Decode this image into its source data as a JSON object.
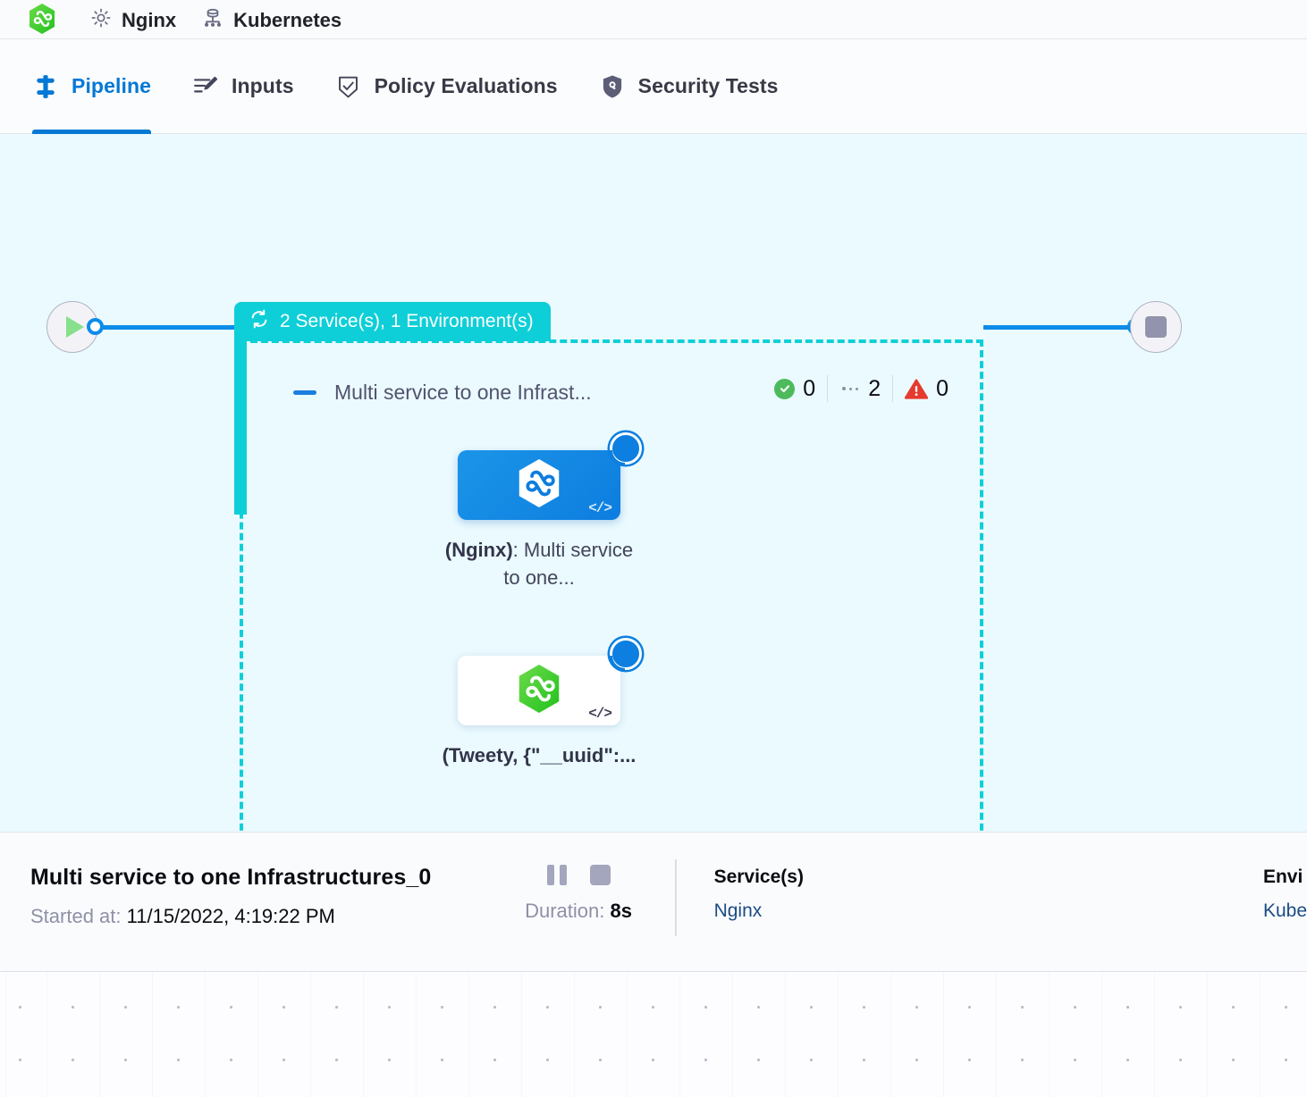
{
  "breadcrumb": {
    "items": [
      {
        "icon": "harness-hexagon-green-icon",
        "label": ""
      },
      {
        "icon": "gear-icon",
        "label": "Nginx"
      },
      {
        "icon": "kubernetes-icon",
        "label": "Kubernetes"
      }
    ]
  },
  "tabs": [
    {
      "id": "pipeline",
      "label": "Pipeline",
      "icon": "pipeline-icon",
      "active": true
    },
    {
      "id": "inputs",
      "label": "Inputs",
      "icon": "inputs-icon",
      "active": false
    },
    {
      "id": "policy-evaluations",
      "label": "Policy Evaluations",
      "icon": "policy-shield-check-icon",
      "active": false
    },
    {
      "id": "security-tests",
      "label": "Security Tests",
      "icon": "security-shield-icon",
      "active": false
    }
  ],
  "graph": {
    "matrix_badge": {
      "icon": "matrix-loop-icon",
      "label": "2 Service(s), 1 Environment(s)"
    },
    "group": {
      "title": "Multi service to one Infrast...",
      "collapse_icon": "collapse-dash-icon",
      "status_counts": [
        {
          "icon": "success-check-icon",
          "value": "0"
        },
        {
          "icon": "running-dots-icon",
          "value": "2"
        },
        {
          "icon": "warning-triangle-icon",
          "value": "0"
        }
      ]
    },
    "start_node": {
      "icon": "play-icon"
    },
    "end_node": {
      "icon": "stop-icon"
    },
    "steps": [
      {
        "id": "step-nginx",
        "selected": true,
        "icon": "harness-hexagon-white-icon",
        "code_icon": "code-brackets-icon",
        "status_icon": "running-spinner-icon",
        "label_bold": "(Nginx)",
        "label_rest": ": Multi service to one..."
      },
      {
        "id": "step-tweety",
        "selected": false,
        "icon": "harness-hexagon-green-icon",
        "code_icon": "code-brackets-icon",
        "status_icon": "running-spinner-icon",
        "label_bold": "(Tweety, {\"__uuid\":...",
        "label_rest": ""
      }
    ]
  },
  "info_bar": {
    "title": "Multi service to one Infrastructures_0",
    "started_label": "Started at:",
    "started_value": "11/15/2022, 4:19:22 PM",
    "pause_icon": "pause-icon",
    "stop_icon": "stop-icon",
    "duration_label": "Duration:",
    "duration_value": "8s",
    "columns": [
      {
        "header": "Service(s)",
        "value": "Nginx"
      },
      {
        "header": "Envi",
        "value": "Kube"
      }
    ]
  },
  "colors": {
    "accent_blue": "#0278d5",
    "matrix_teal": "#0ecfd8",
    "canvas_bg": "#eafaff",
    "success_green": "#4dba5b",
    "warning_red": "#e63a2e",
    "link_blue": "#1b4c84"
  }
}
